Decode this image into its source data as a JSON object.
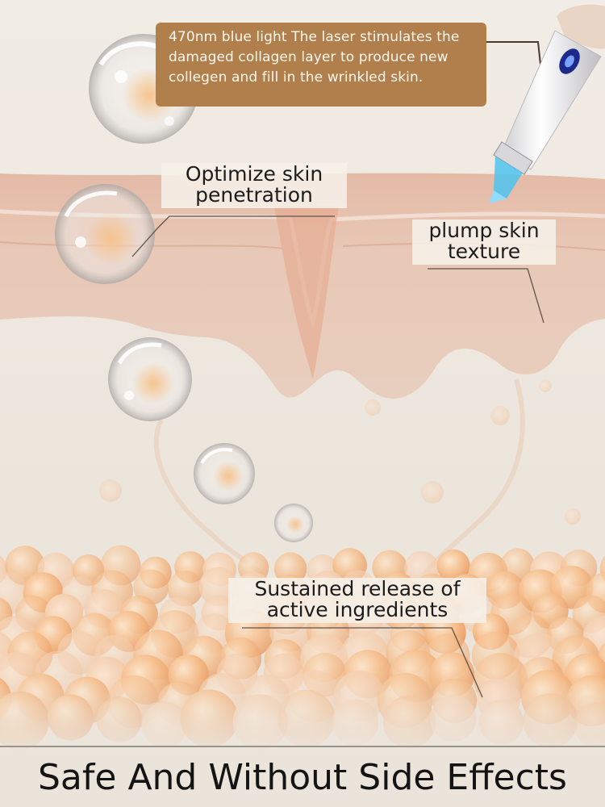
{
  "callout": {
    "text": "470nm blue light The laser stimulates the damaged collagen layer to produce new collegen and fill in the wrinkled skin."
  },
  "labels": {
    "optimize": "Optimize skin penetration",
    "plump": "plump skin texture",
    "release": "Sustained release of active ingredients"
  },
  "footer": {
    "title": "Safe And Without Side Effects"
  },
  "icons": {
    "device": "blue-light-pen-icon",
    "bubble": "serum-bubble-icon"
  },
  "colors": {
    "callout_bg": "#b17f4c",
    "skin": "#e9c9b6",
    "particles": "#f0b27a",
    "pen_light": "#3fb8f0"
  }
}
